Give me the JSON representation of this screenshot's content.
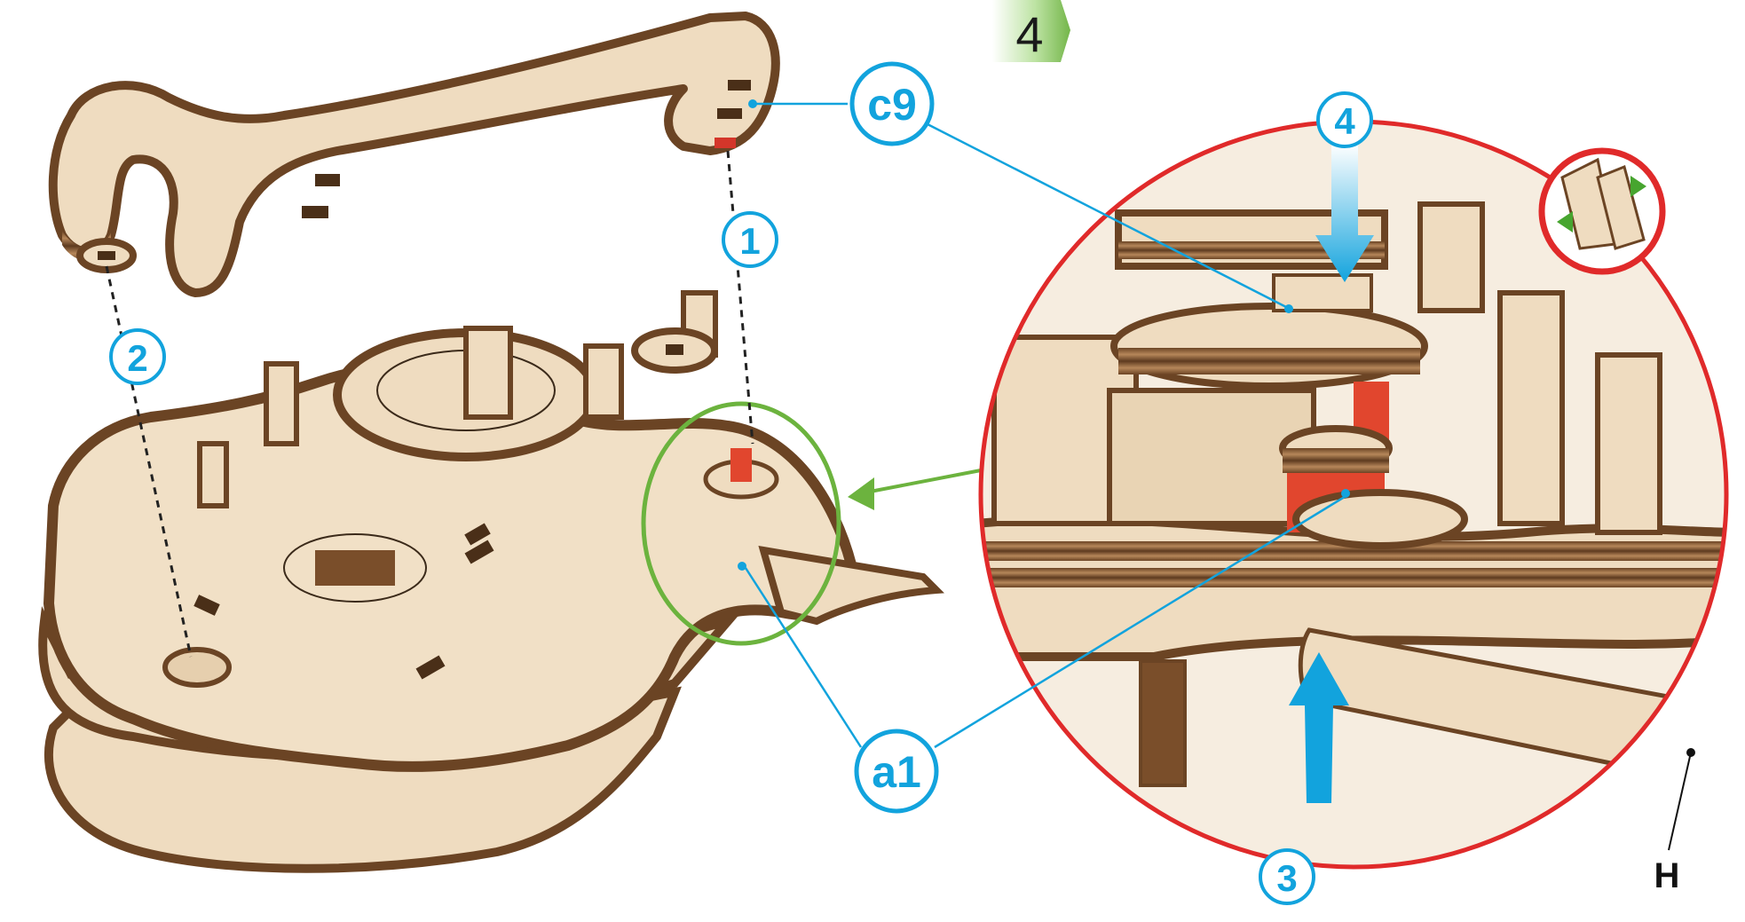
{
  "step": {
    "number": "4"
  },
  "callouts": {
    "c9": "c9",
    "a1": "a1",
    "order_1": "1",
    "order_2": "2",
    "order_3": "3",
    "order_4": "4"
  },
  "detail_label": "H",
  "colors": {
    "wood_face": "#efdcc0",
    "wood_edge_dark": "#6b4424",
    "wood_edge_mid": "#a37548",
    "callout_blue": "#12a3dd",
    "detail_circle_red": "#e02a2a",
    "highlight_green": "#6cb33e",
    "step_badge_green": "#74b64a",
    "highlight_part_red": "#e1462e"
  },
  "icons": [
    "arrow-in-icon",
    "align-pieces-icon"
  ]
}
